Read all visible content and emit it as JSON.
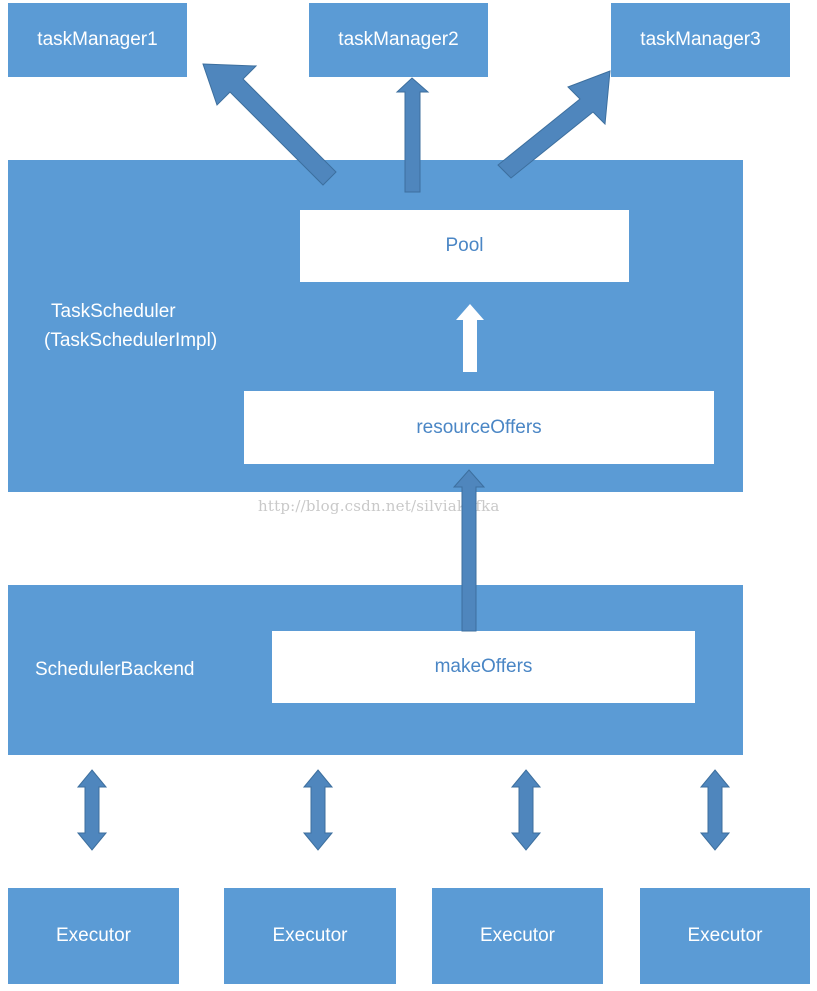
{
  "task_managers": [
    "taskManager1",
    "taskManager2",
    "taskManager3"
  ],
  "task_scheduler": {
    "title": "TaskScheduler",
    "subtitle": "(TaskSchedulerImpl)",
    "pool_label": "Pool",
    "resource_offers_label": "resourceOffers"
  },
  "scheduler_backend": {
    "title": "SchedulerBackend",
    "make_offers_label": "makeOffers"
  },
  "executors": [
    "Executor",
    "Executor",
    "Executor",
    "Executor"
  ],
  "watermark": "http://blog.csdn.net/silviakafka",
  "colors": {
    "box_fill": "#5b9bd5",
    "arrow_fill": "#4f86bd",
    "arrow_stroke": "#3d6f9e",
    "inner_text": "#4a86c5"
  }
}
